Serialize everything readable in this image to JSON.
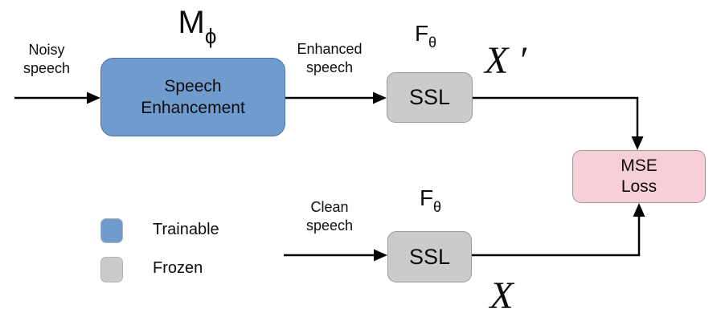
{
  "figure": {
    "inputs": {
      "noisy_speech": {
        "line1": "Noisy",
        "line2": "speech"
      },
      "enhanced_speech": {
        "line1": "Enhanced",
        "line2": "speech"
      },
      "clean_speech": {
        "line1": "Clean",
        "line2": "speech"
      }
    },
    "symbols": {
      "m_phi": {
        "base": "M",
        "sub": "ϕ"
      },
      "f_theta_top": {
        "base": "F",
        "sub": "θ"
      },
      "f_theta_bottom": {
        "base": "F",
        "sub": "θ"
      },
      "x_prime": "X ′",
      "x": "X"
    },
    "nodes": {
      "speech_enhancement": {
        "line1": "Speech",
        "line2": "Enhancement",
        "fill": "#6F9BCE",
        "border": "#4A73A8"
      },
      "ssl_top": {
        "label": "SSL",
        "fill": "#CBCBCB",
        "border": "#9A9A9A"
      },
      "ssl_bottom": {
        "label": "SSL",
        "fill": "#CBCBCB",
        "border": "#9A9A9A"
      },
      "mse_loss": {
        "line1": "MSE",
        "line2": "Loss",
        "fill": "#F6CED6",
        "border": "#A1979B"
      }
    },
    "legend": {
      "items": [
        {
          "label": "Trainable",
          "color": "#6F9BCE"
        },
        {
          "label": "Frozen",
          "color": "#CACACD"
        }
      ]
    },
    "arrow_color": "#000000"
  }
}
